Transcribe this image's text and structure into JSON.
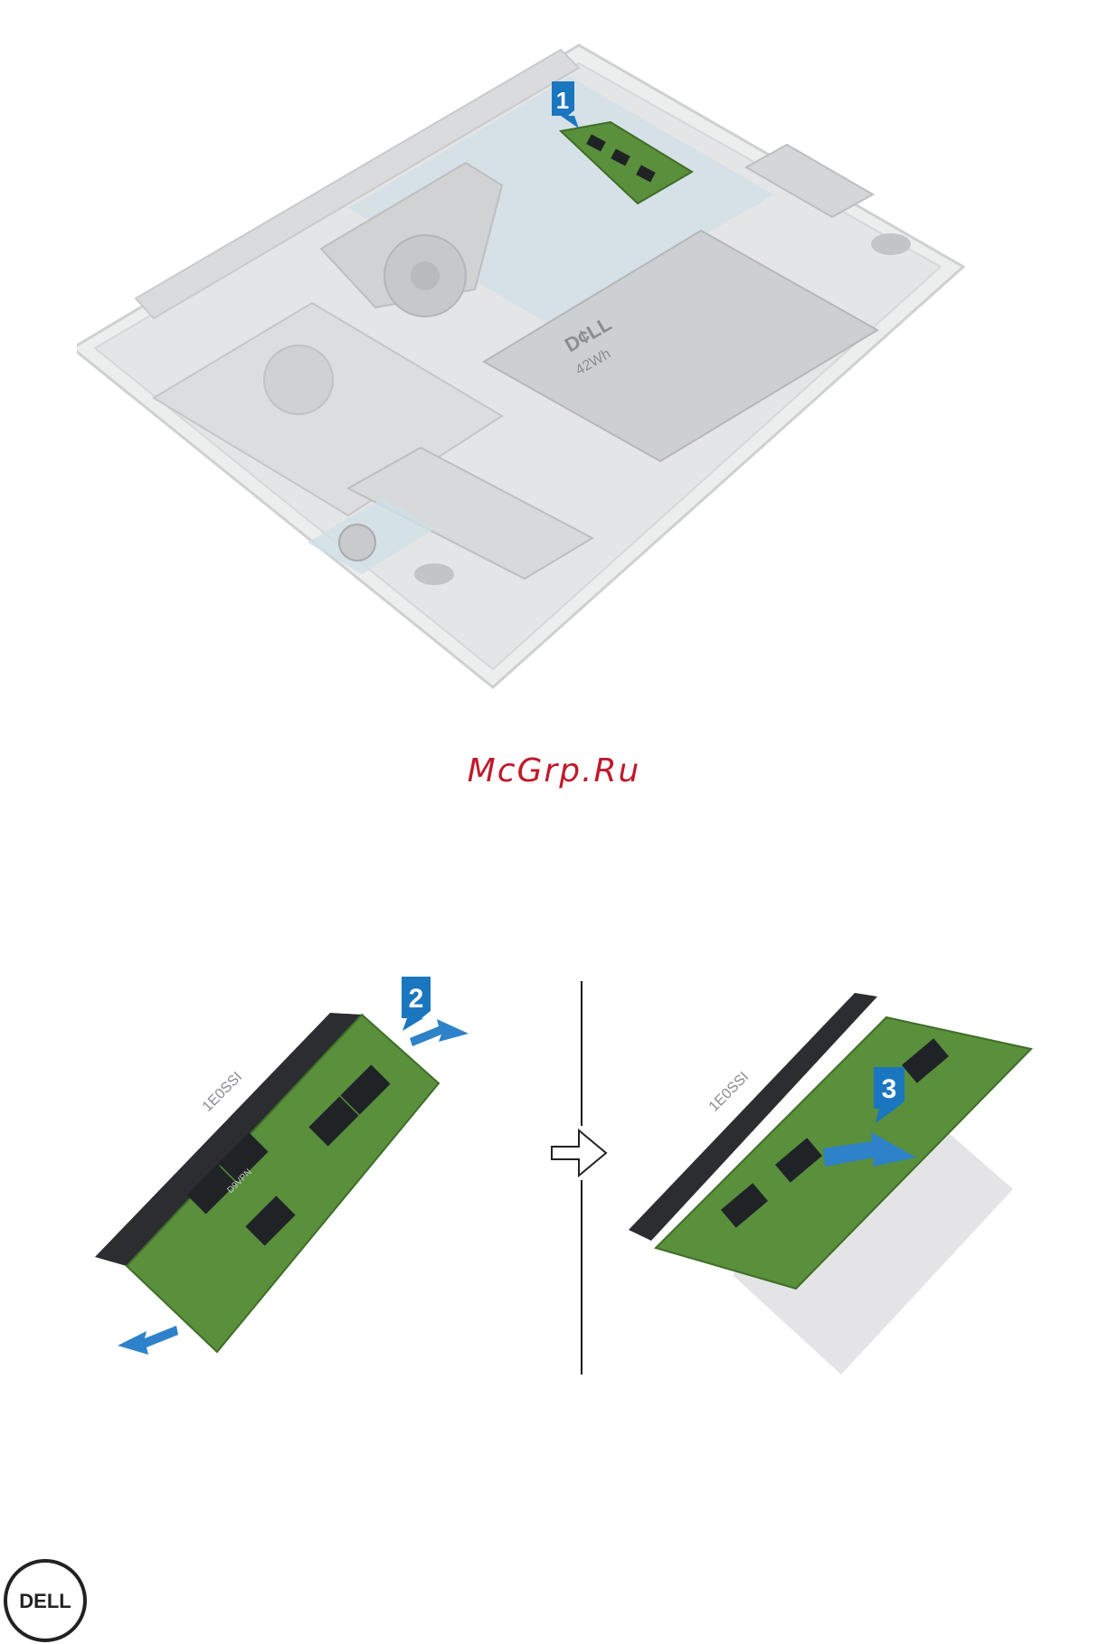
{
  "page": {
    "background": "#ffffff"
  },
  "watermark": {
    "text": "McGrp.Ru",
    "color": "#c0192b"
  },
  "callouts": [
    {
      "label": "1",
      "step": "release-memory-clips-location"
    },
    {
      "label": "2",
      "step": "spread-securing-clips"
    },
    {
      "label": "3",
      "step": "slide-out-module"
    }
  ],
  "battery": {
    "brand": "D¢LL",
    "capacity": "42Wh"
  },
  "module_text": {
    "chip_code": "D9VPN",
    "side_code": "1E0SSI"
  },
  "logo": {
    "brand": "DELL",
    "icon": "dell-logo-icon",
    "color": "#222222"
  },
  "colors": {
    "callout": "#1b76c0",
    "arrow": "#2d82c9",
    "pcb": "#5a8f3c",
    "chassis": "#e6e7e9",
    "chip": "#1f2326"
  }
}
